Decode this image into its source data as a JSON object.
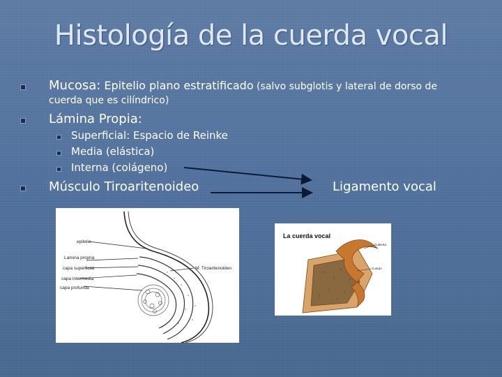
{
  "title": "Histología de la cuerda vocal",
  "bullets": {
    "b1_lead": "Mucosa:",
    "b1_bold": " Epitelio plano estratificado",
    "b1_rest": " (salvo subglotis y lateral de dorso de",
    "b1_cont": "cuerda que es cilíndrico)",
    "b2": "Lámina Propia:",
    "sub": [
      "Superficial: Espacio de Reinke",
      "Media (elástica)",
      "Interna (colágeno)"
    ],
    "b3": "Músculo Tiroaritenoideo",
    "ligament": "Ligamento vocal"
  },
  "figure_left": {
    "labels": {
      "epitelio": "epitelio",
      "lamina": "Lamina propria",
      "capa_superficial": "capa superficial",
      "capa_intermedia": "capa intermedia",
      "capa_profunda": "capa profunda",
      "musculo": "M. Tiroaritenoideo"
    }
  },
  "figure_right": {
    "title": "La cuerda vocal",
    "label_top": "Cubierta",
    "label_bottom": "Cuerpo",
    "colors": {
      "cover": "#c8782e",
      "body": "#a0764a"
    }
  },
  "colors": {
    "background": "#50709c",
    "title": "#dfe7f2",
    "bullet": "#1d2d4a"
  }
}
